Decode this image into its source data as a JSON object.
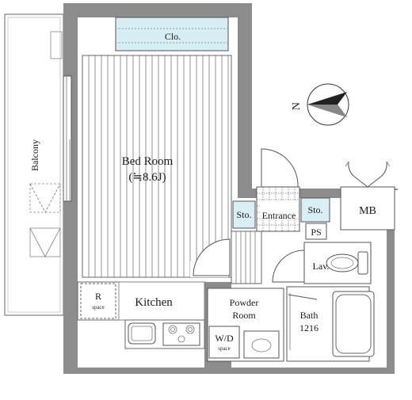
{
  "rooms": {
    "closet": "Clo.",
    "bedroom": "Bed Room",
    "bedroom_size": "(≒8.6J)",
    "balcony": "Balcony",
    "kitchen": "Kitchen",
    "r_space": "R",
    "r_space_sub": "space",
    "storage_left": "Sto.",
    "entrance": "Entrance",
    "storage_right": "Sto.",
    "mb": "MB",
    "ps": "PS",
    "lavatory": "Lav.",
    "powder_room_1": "Powder",
    "powder_room_2": "Room",
    "washer": "W/D",
    "washer_sub": "space",
    "bath": "Bath",
    "bath_size": "1216"
  },
  "compass": {
    "label": "N"
  },
  "colors": {
    "wall": "#8c8c8c",
    "closet_fill": "#d7edf3",
    "storage_fill": "#d9eef5",
    "floor": "#ffffff"
  }
}
